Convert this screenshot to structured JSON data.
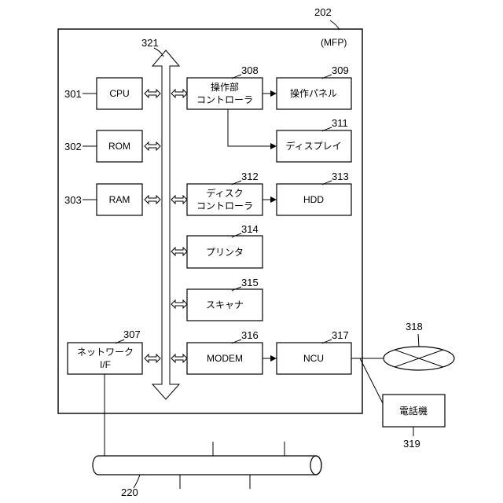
{
  "mfp": {
    "ref": "202",
    "label": "(MFP)"
  },
  "bus": {
    "ref": "321"
  },
  "cpu": {
    "ref": "301",
    "label": "CPU"
  },
  "rom": {
    "ref": "302",
    "label": "ROM"
  },
  "ram": {
    "ref": "303",
    "label": "RAM"
  },
  "netif": {
    "ref": "307",
    "line1": "ネットワーク",
    "line2": "I/F"
  },
  "opctrl": {
    "ref": "308",
    "line1": "操作部",
    "line2": "コントローラ"
  },
  "oppanel": {
    "ref": "309",
    "label": "操作パネル"
  },
  "display": {
    "ref": "311",
    "label": "ディスプレイ"
  },
  "diskctrl": {
    "ref": "312",
    "line1": "ディスク",
    "line2": "コントローラ"
  },
  "hdd": {
    "ref": "313",
    "label": "HDD"
  },
  "printer": {
    "ref": "314",
    "label": "プリンタ"
  },
  "scanner": {
    "ref": "315",
    "label": "スキャナ"
  },
  "modem": {
    "ref": "316",
    "label": "MODEM"
  },
  "ncu": {
    "ref": "317",
    "label": "NCU"
  },
  "line_net": {
    "ref": "318"
  },
  "phone": {
    "ref": "319",
    "label": "電話機"
  },
  "lan": {
    "ref": "220"
  }
}
